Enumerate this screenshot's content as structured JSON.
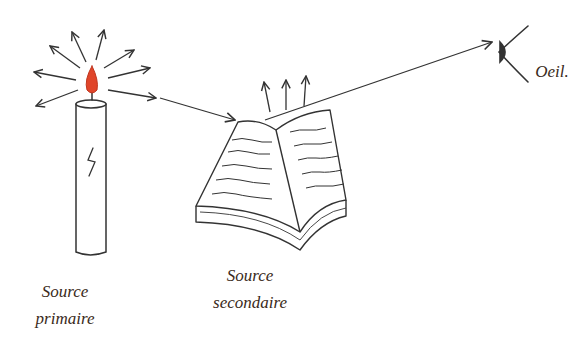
{
  "diagram": {
    "nodes": [
      {
        "text": [
          "Source primaire"
        ]
      },
      {
        "text": [
          "Source secondaire"
        ]
      },
      {
        "text": [
          "Oeil."
        ]
      }
    ],
    "edges": [
      {
        "from": 0,
        "to": 1,
        "arrow": "to"
      },
      {
        "from": 1,
        "to": 2,
        "arrow": "to"
      }
    ]
  }
}
